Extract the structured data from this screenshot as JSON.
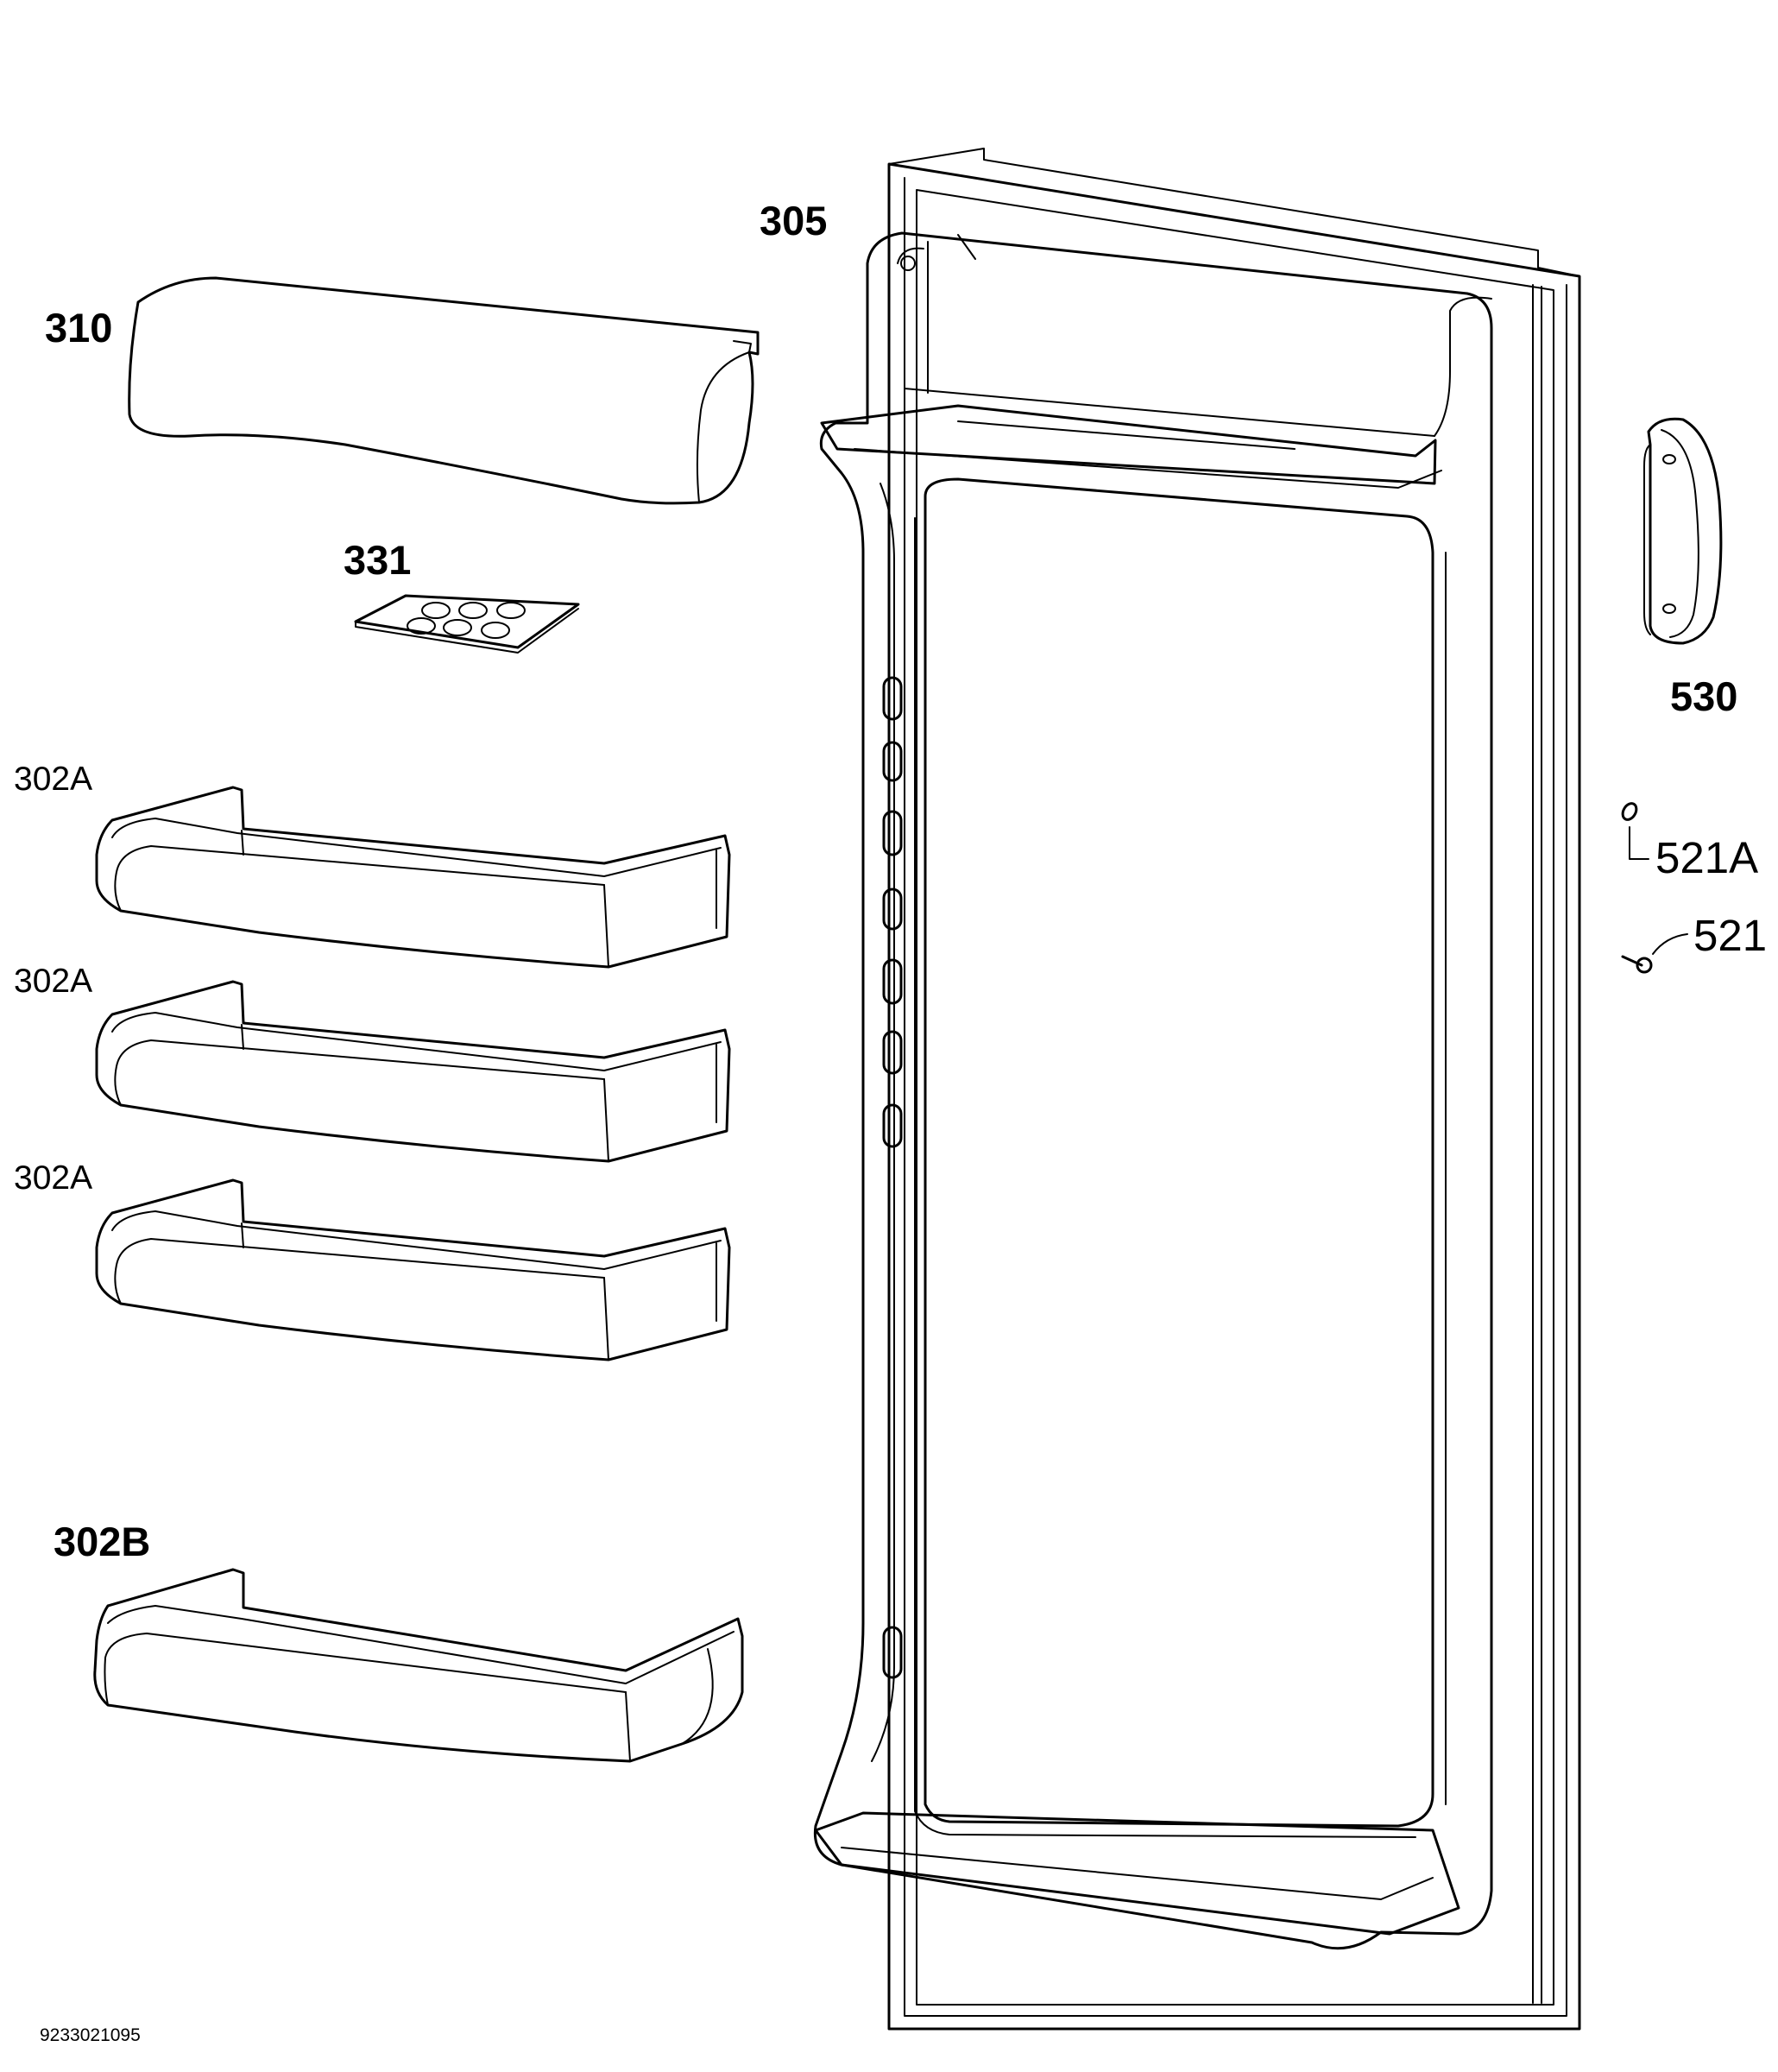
{
  "diagram": {
    "labels": {
      "p305": "305",
      "p310": "310",
      "p331": "331",
      "p302a_1": "302A",
      "p302a_2": "302A",
      "p302a_3": "302A",
      "p302b": "302B",
      "p530": "530",
      "p521a": "521A",
      "p521": "521"
    },
    "footer_code": "9233021095"
  }
}
